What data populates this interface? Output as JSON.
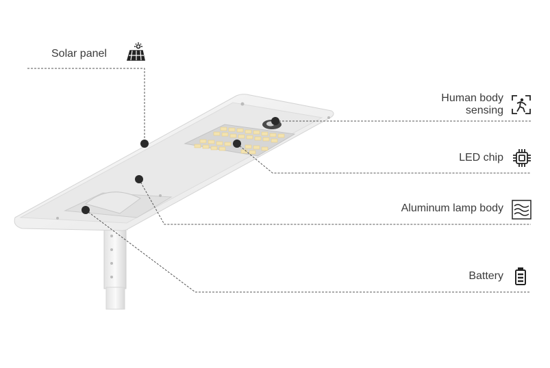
{
  "callouts": {
    "solar_panel": {
      "label": "Solar panel",
      "icon": "solar-panel-icon"
    },
    "human_body_sensing": {
      "label_line1": "Human body",
      "label_line2": "sensing",
      "icon": "motion-sensor-icon"
    },
    "led_chip": {
      "label": "LED chip",
      "icon": "chip-icon"
    },
    "aluminum_lamp_body": {
      "label": "Aluminum lamp body",
      "icon": "heat-waves-icon"
    },
    "battery": {
      "label": "Battery",
      "icon": "battery-icon"
    }
  },
  "colors": {
    "line": "#555555",
    "dot": "#2b2b2b",
    "text": "#3a3a3a",
    "lamp_body": "#f2f2f2",
    "led_panel": "#d9d9d9",
    "led_chip": "#f6e7b8"
  }
}
